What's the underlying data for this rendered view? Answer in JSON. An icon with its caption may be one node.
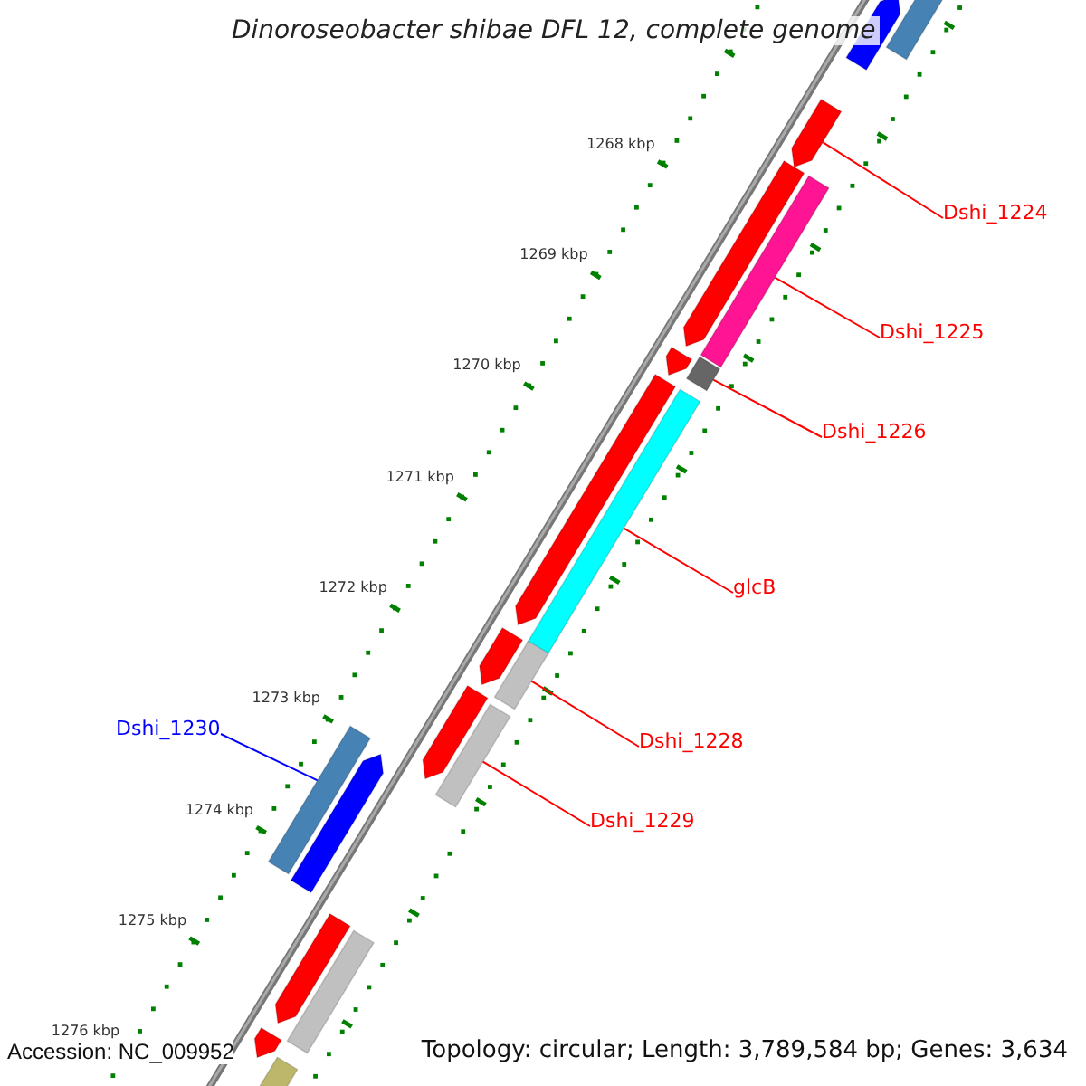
{
  "diagram": {
    "title": "Dinoroseobacter shibae DFL 12, complete genome",
    "nodes": [
      {
        "text": [
          "Dshi_1224"
        ]
      },
      {
        "text": [
          "Dshi_1225"
        ]
      },
      {
        "text": [
          "Dshi_1226"
        ]
      },
      {
        "text": [
          "glcB"
        ]
      },
      {
        "text": [
          "Dshi_1228"
        ]
      },
      {
        "text": [
          "Dshi_1229"
        ]
      },
      {
        "text": [
          "Dshi_1230"
        ]
      },
      {
        "text": [],
        "shape": "bar"
      },
      {
        "text": [],
        "shape": "bar"
      },
      {
        "text": [],
        "shape": "bar"
      },
      {
        "text": [],
        "shape": "bar"
      },
      {
        "text": [],
        "shape": "bar"
      },
      {
        "text": [],
        "shape": "bar"
      },
      {
        "text": [],
        "shape": "bar"
      },
      {
        "text": [],
        "shape": "bar"
      },
      {
        "text": [],
        "shape": "bar"
      },
      {
        "text": [],
        "shape": "bar"
      },
      {
        "text": [],
        "shape": "bar"
      },
      {
        "text": [],
        "shape": "bar"
      },
      {
        "text": [],
        "shape": "bar"
      },
      {
        "text": [],
        "shape": "bar"
      },
      {
        "text": [],
        "shape": "bar"
      },
      {
        "text": [],
        "shape": "bar"
      },
      {
        "text": [],
        "shape": "bar"
      },
      {
        "text": [],
        "shape": "bar"
      },
      {
        "text": [],
        "shape": "bar"
      }
    ],
    "edges": [
      {
        "from": 0,
        "to": 9,
        "arrow": "none"
      },
      {
        "from": 1,
        "to": 11,
        "arrow": "none"
      },
      {
        "from": 2,
        "to": 12,
        "arrow": "none"
      },
      {
        "from": 3,
        "to": 15,
        "arrow": "none"
      },
      {
        "from": 4,
        "to": 16,
        "arrow": "none"
      },
      {
        "from": 5,
        "to": 19,
        "arrow": "none"
      },
      {
        "from": 6,
        "to": 20,
        "arrow": "none",
        "color": "#0000ff"
      }
    ],
    "labels": [
      "1268 kbp",
      "1269 kbp",
      "1270 kbp",
      "1271 kbp",
      "1272 kbp",
      "1273 kbp",
      "1274 kbp",
      "1275 kbp",
      "1276 kbp",
      "Accession: NC_009952",
      "Topology: circular; Length: 3,789,584 bp; Genes: 3,634"
    ]
  }
}
